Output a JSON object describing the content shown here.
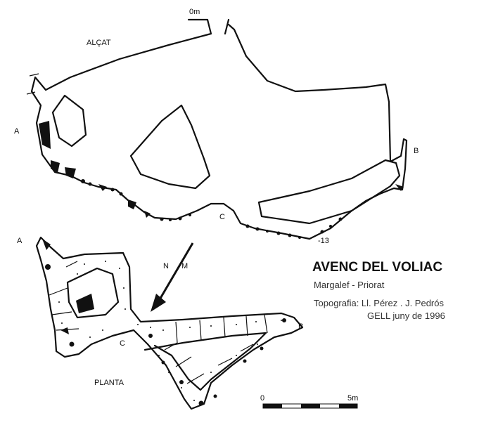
{
  "title": "AVENC DEL VOLIAC",
  "location": "Margalef  -  Priorat",
  "credits": {
    "line1": "Topografia: Ll. Pérez . J. Pedrós",
    "line2": "GELL    juny de 1996"
  },
  "sections": {
    "elevation": "ALÇAT",
    "plan": "PLANTA"
  },
  "markers": {
    "zero": "0m",
    "depth": "-13",
    "a_top": "A",
    "b_top": "B",
    "c_top": "C",
    "a_plan": "A",
    "b_plan": "B",
    "c_plan": "C"
  },
  "compass": {
    "n": "N",
    "m": "M"
  },
  "scale": {
    "start": "0",
    "end": "5m"
  }
}
